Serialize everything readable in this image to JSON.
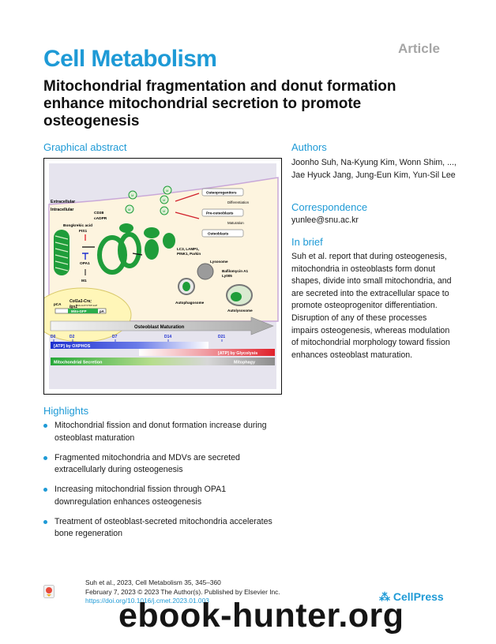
{
  "journal": "Cell Metabolism",
  "article_type": "Article",
  "title": "Mitochondrial fragmentation and donut formation enhance mitochondrial secretion to promote osteogenesis",
  "graphical_abstract": {
    "heading": "Graphical abstract",
    "extracellular": "Extracellular",
    "intracellular": "Intracellular",
    "bongkrekic": "Bongkrekic acid",
    "fis1": "FIS1",
    "opa1": "OPA1",
    "m1": "M1",
    "cd38": "CD38",
    "cadpr": "cADPR",
    "lc3": "LC3, LAMP1,",
    "pink1": "PINK1, Parkin",
    "lysosome": "Lysosome",
    "baf": "Bafilomycin A1",
    "ly": "Ly005",
    "autophagosome": "Autophagosome",
    "autolysosome": "Autolysosome",
    "col1a1": "Col1a1-Cre;",
    "igs1": "Igs1",
    "igs1_sup": "CAG-loxP-STOP-loxP",
    "pca": "pCA",
    "mito_gfp": "Mito-GFP",
    "pa": "pA",
    "osteoprogenitors": "Osteoprogenitors",
    "differentiation": "Differentiation",
    "preosteoblasts": "Pre-osteoblasts",
    "maturation": "Maturation",
    "osteoblasts": "Osteoblasts",
    "maturation_bar": "Osteoblast Maturation",
    "days": [
      "D0",
      "D2",
      "D7",
      "D14",
      "D21"
    ],
    "atp_oxphos": "[ATP] by OXPHOS",
    "atp_glycolysis": "[ATP] by Glycolysis",
    "mito_secretion": "Mitochondrial Secretion",
    "mitophagy": "Mitophagy",
    "label_m": "M"
  },
  "authors": {
    "heading": "Authors",
    "text": "Joonho Suh, Na-Kyung Kim, Wonn Shim, ..., Jae Hyuck Jang, Jung-Eun Kim, Yun-Sil Lee"
  },
  "correspondence": {
    "heading": "Correspondence",
    "email": "yunlee@snu.ac.kr"
  },
  "in_brief": {
    "heading": "In brief",
    "text": "Suh et al. report that during osteogenesis, mitochondria in osteoblasts form donut shapes, divide into small mitochondria, and are secreted into the extracellular space to promote osteoprogenitor differentiation. Disruption of any of these processes impairs osteogenesis, whereas modulation of mitochondrial morphology toward fission enhances osteoblast maturation."
  },
  "highlights": {
    "heading": "Highlights",
    "items": [
      "Mitochondrial fission and donut formation increase during osteoblast maturation",
      "Fragmented mitochondria and MDVs are secreted extracellularly during osteogenesis",
      "Increasing mitochondrial fission through OPA1 downregulation enhances osteogenesis",
      "Treatment of osteoblast-secreted mitochondria accelerates bone regeneration"
    ]
  },
  "citation": {
    "line1": "Suh et al., 2023, Cell Metabolism 35, 345–360",
    "line2": "February 7, 2023 © 2023 The Author(s). Published by Elsevier Inc.",
    "doi": "https://doi.org/10.1016/j.cmet.2023.01.003"
  },
  "publisher": "CellPress",
  "watermark": "ebook-hunter.org",
  "colors": {
    "accent": "#1e9ad6",
    "mito_green": "#1f9d3a",
    "oxphos_blue": "#2a3fd6",
    "glycolysis_red": "#e0202a"
  }
}
